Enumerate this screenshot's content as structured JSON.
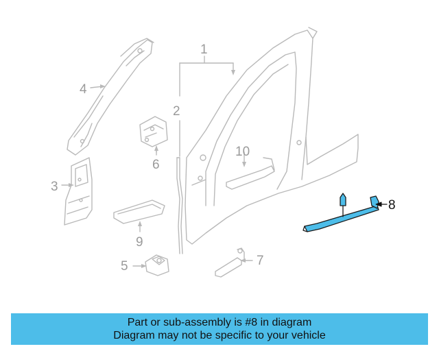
{
  "callouts": {
    "c1": "1",
    "c2": "2",
    "c3": "3",
    "c4": "4",
    "c5": "5",
    "c6": "6",
    "c7": "7",
    "c8": "8",
    "c9": "9",
    "c10": "10"
  },
  "highlight_part": "8",
  "colors": {
    "line": "#b9b9b9",
    "highlight": "#4dbde9",
    "highlight_outline": "#1a1a1a",
    "banner_bg": "#4dbde9"
  },
  "banner": {
    "line1": "Part or sub-assembly is #8 in diagram",
    "line2": "Diagram may not be specific to your vehicle"
  }
}
